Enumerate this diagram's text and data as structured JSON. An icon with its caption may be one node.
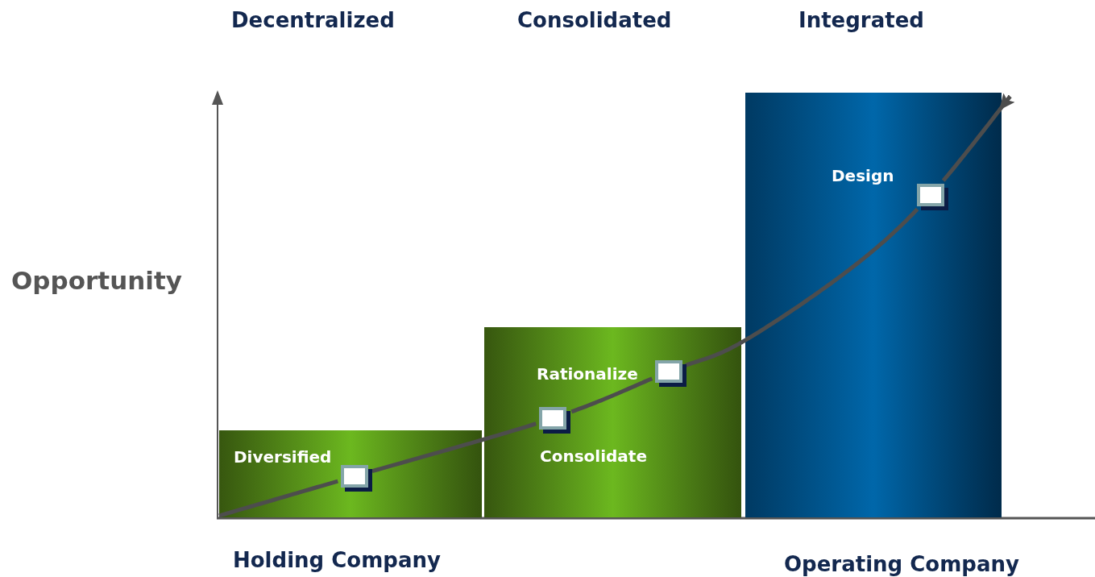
{
  "diagram": {
    "nodes": [
      {
        "text": [
          "Diversified"
        ]
      },
      {
        "text": [
          "Rationalize",
          "Consolidate"
        ]
      },
      {
        "text": [
          "Design"
        ]
      },
      {
        "text": [],
        "shape": "box",
        "in": 0
      },
      {
        "text": [],
        "shape": "box",
        "in": 1
      },
      {
        "text": [],
        "shape": "box",
        "in": 1
      },
      {
        "text": [],
        "shape": "box",
        "in": 2
      }
    ],
    "edges": [
      {
        "from": null,
        "to": 3,
        "arrow": "none"
      },
      {
        "from": 3,
        "to": 4,
        "arrow": "none"
      },
      {
        "from": 4,
        "to": 5,
        "arrow": "none"
      },
      {
        "from": 5,
        "to": 6,
        "arrow": "none"
      },
      {
        "from": 6,
        "to": null,
        "arrow": "to"
      }
    ],
    "labels": [
      "Decentralized",
      "Consolidated",
      "Integrated",
      "Opportunity",
      "Holding Company",
      "Operating Company"
    ]
  }
}
